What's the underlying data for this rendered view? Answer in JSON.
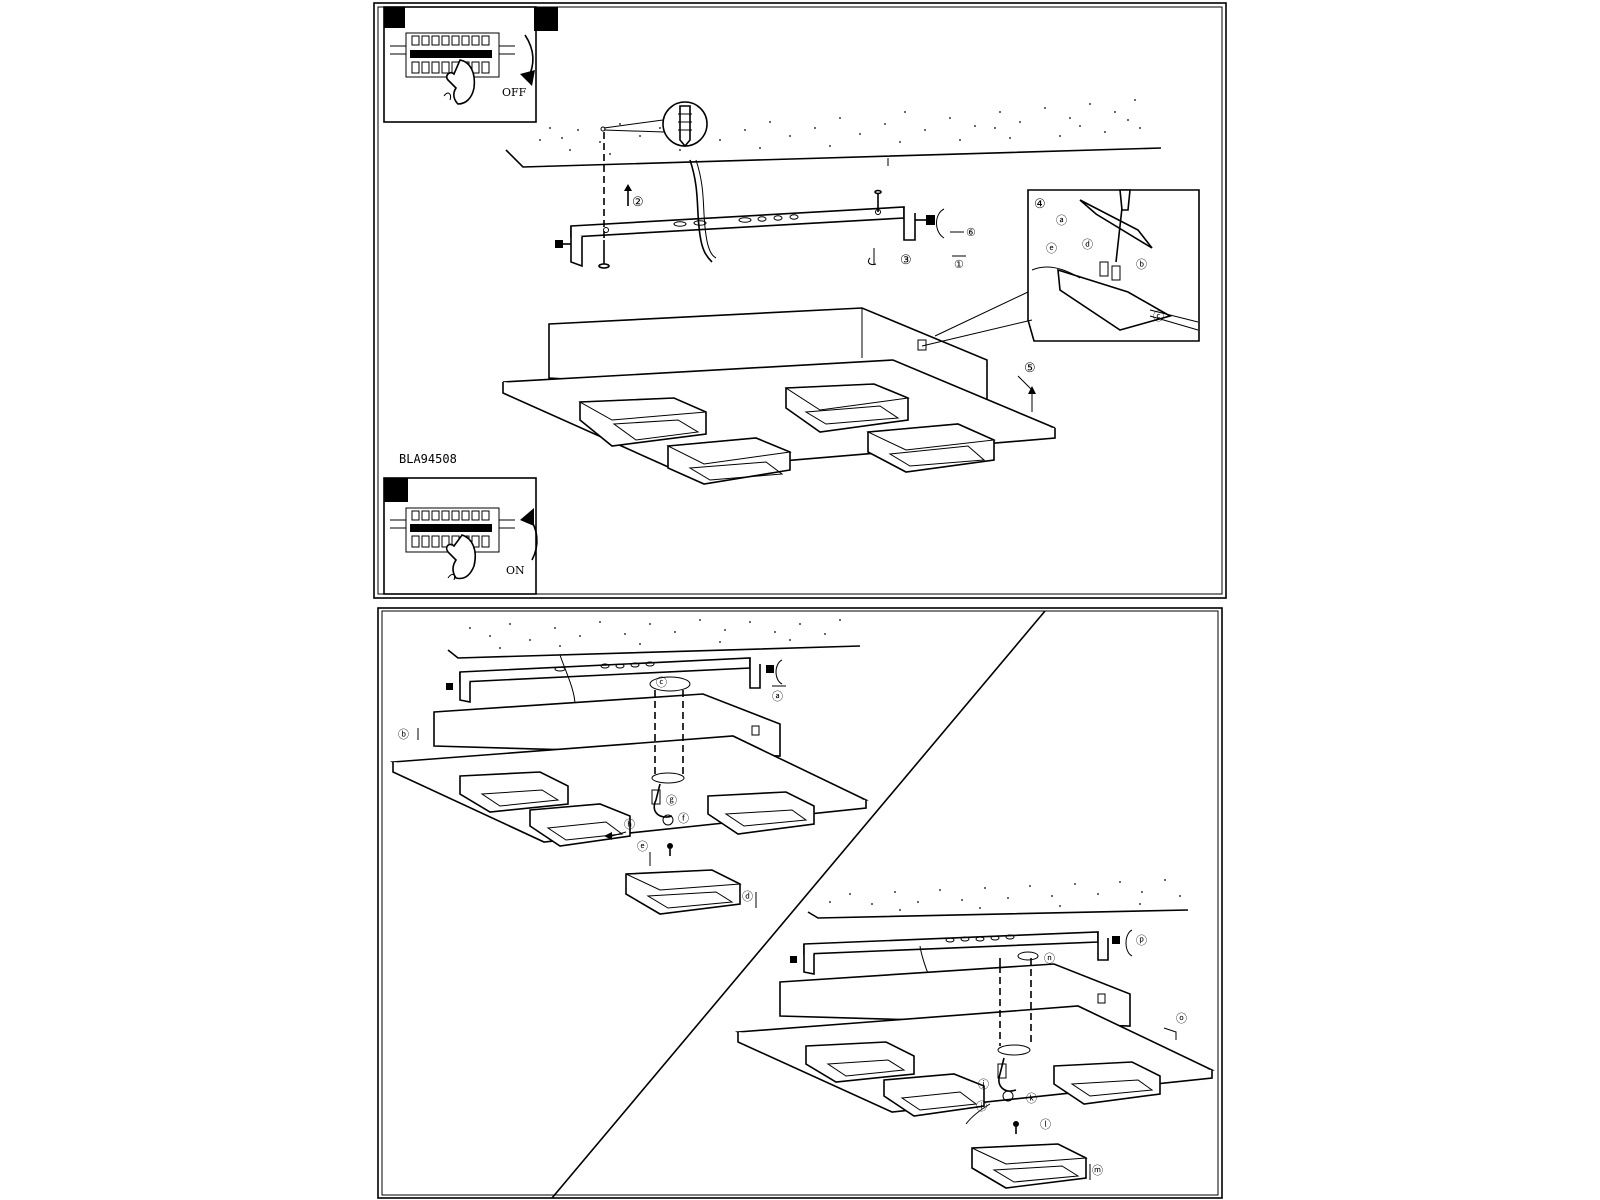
{
  "document": {
    "code": "BLA94508",
    "switch_off_label": "OFF",
    "switch_on_label": "ON"
  },
  "panel_top": {
    "steps": {
      "s2": "②",
      "s3": "③",
      "s4": "④",
      "s5": "⑤",
      "s6": "⑥",
      "s1": "①"
    },
    "detail_letters": {
      "a": "ⓐ",
      "b": "ⓑ",
      "c": "ⓒ",
      "d": "ⓓ",
      "e": "ⓔ"
    }
  },
  "panel_bottom_left": {
    "letters": {
      "a": "ⓐ",
      "b": "ⓑ",
      "c": "ⓒ",
      "d": "ⓓ",
      "e": "ⓔ",
      "f": "ⓕ",
      "g": "ⓖ",
      "h": "ⓗ"
    }
  },
  "panel_bottom_right": {
    "letters": {
      "i": "ⓘ",
      "j": "ⓙ",
      "k": "ⓚ",
      "l": "ⓛ",
      "m": "ⓜ",
      "n": "ⓝ",
      "o": "ⓞ",
      "p": "ⓟ"
    }
  }
}
